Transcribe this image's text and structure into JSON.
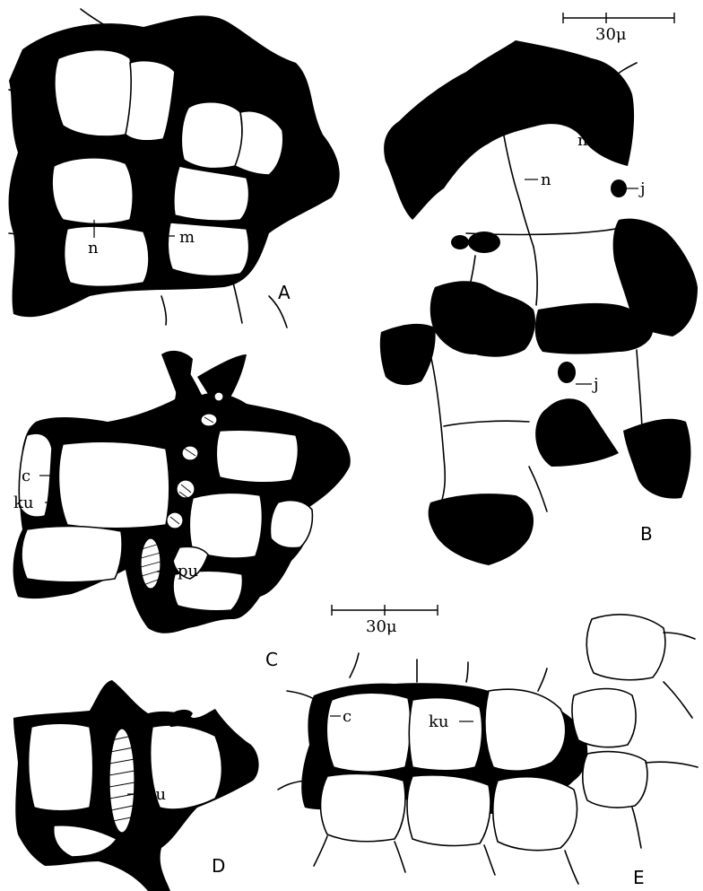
{
  "panels": {
    "A": {
      "letter": "A",
      "labels": {
        "n": "n",
        "m": "m"
      }
    },
    "B": {
      "letter": "B",
      "labels": {
        "m": "m",
        "n": "n",
        "j1": "j",
        "j2": "j"
      }
    },
    "C": {
      "letter": "C",
      "labels": {
        "c": "c",
        "ku": "ku",
        "pu": "pu"
      }
    },
    "D": {
      "letter": "D",
      "labels": {
        "pu": "pu"
      }
    },
    "E": {
      "letter": "E",
      "labels": {
        "c": "c",
        "ku": "ku"
      }
    }
  },
  "scale_bars": {
    "top": {
      "label": "30μ"
    },
    "middle": {
      "label": "30μ"
    }
  }
}
